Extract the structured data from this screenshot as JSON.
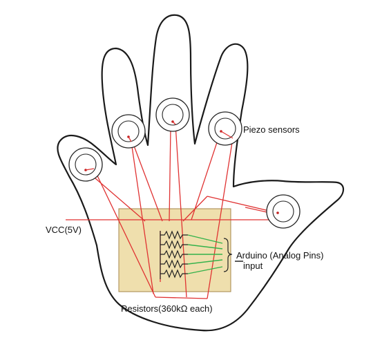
{
  "labels": {
    "piezo": "Piezo sensors",
    "vcc": "VCC(5V)",
    "arduino_line1": "Arduino  (Analog Pins)",
    "arduino_line2": "input",
    "resistors": "Resistors(360kΩ each)"
  },
  "colors": {
    "outline": "#1a1a1a",
    "board_fill": "#efdfad",
    "board_stroke": "#a5864a",
    "red_wire": "#e03232",
    "green_wire": "#33b24a",
    "resistor": "#222222"
  }
}
